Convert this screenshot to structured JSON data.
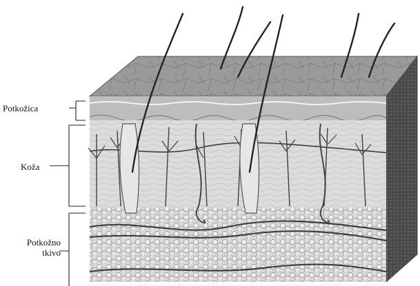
{
  "diagram": {
    "labels": {
      "epidermis": "Potkožica",
      "dermis": "Koža",
      "subcutis_line1": "Potkožno",
      "subcutis_line2": "tkivo"
    }
  }
}
